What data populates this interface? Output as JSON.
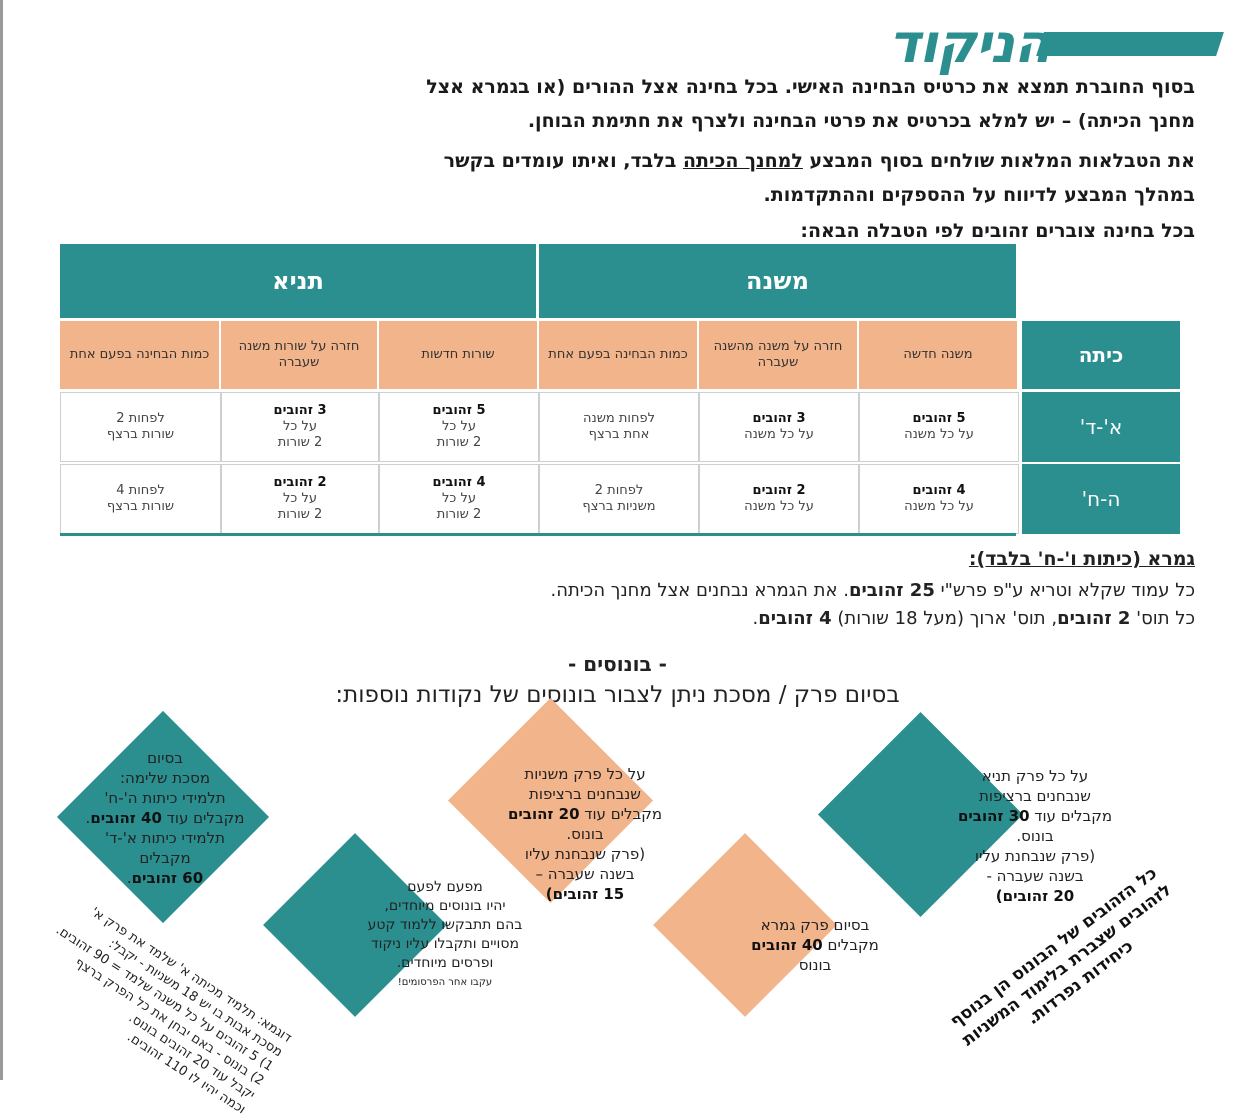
{
  "header": {
    "title": "הניקוד"
  },
  "paragraphs": {
    "p1a": "בסוף החוברת תמצא את כרטיס הבחינה האישי. בכל בחינה אצל ההורים (או בגמרא אצל",
    "p1b": "מחנך הכיתה) – יש למלא בכרטיס את פרטי הבחינה ולצרף את חתימת הבוחן.",
    "p2a_pre": "את הטבלאות המלאות שולחים בסוף המבצע ",
    "p2a_underline": "למחנך הכיתה",
    "p2a_post": " בלבד, ואיתו עומדים בקשר",
    "p2b": "במהלך המבצע לדיווח על ההספקים וההתקדמות.",
    "p3": "בכל בחינה צוברים זהובים לפי הטבלה הבאה:"
  },
  "table": {
    "group_mishna": "משנה",
    "group_tanya": "תניא",
    "kita_header": "כיתה",
    "columns": {
      "m_new": "משנה חדשה",
      "m_review": "חזרה על משנה מהשנה שעברה",
      "m_amount": "כמות הבחינה בפעם אחת",
      "t_new": "שורות חדשות",
      "t_review": "חזרה על שורות משנה שעברה",
      "t_amount": "כמות הבחינה בפעם אחת"
    },
    "rows": [
      {
        "kita": "א'-ד'",
        "m_new": [
          "5 זהובים",
          "על כל משנה"
        ],
        "m_review": [
          "3 זהובים",
          "על כל משנה"
        ],
        "m_amount": [
          "לפחות משנה",
          "אחת ברצף"
        ],
        "t_new": [
          "5 זהובים",
          "על כל",
          "2 שורות"
        ],
        "t_review": [
          "3 זהובים",
          "על כל",
          "2 שורות"
        ],
        "t_amount": [
          "לפחות 2",
          "שורות ברצף"
        ]
      },
      {
        "kita": "ה-ח'",
        "m_new": [
          "4 זהובים",
          "על כל משנה"
        ],
        "m_review": [
          "2 זהובים",
          "על כל משנה"
        ],
        "m_amount": [
          "לפחות 2",
          "משניות ברצף"
        ],
        "t_new": [
          "4 זהובים",
          "על כל",
          "2 שורות"
        ],
        "t_review": [
          "2 זהובים",
          "על כל",
          "2 שורות"
        ],
        "t_amount": [
          "לפחות 4",
          "שורות ברצף"
        ]
      }
    ]
  },
  "gemara": {
    "title": "גמרא (כיתות ו'-ח' בלבד):",
    "line1_a": "כל עמוד שקלא וטריא ע\"פ פרש\"י ",
    "line1_b": "25 זהובים",
    "line1_c": ". את הגמרא נבחנים אצל מחנך הכיתה.",
    "line2_a": "כל תוס' ",
    "line2_b": "2 זהובים",
    "line2_c": ", תוס' ארוך (מעל 18 שורות) ",
    "line2_d": "4 זהובים",
    "line2_e": "."
  },
  "bonus": {
    "title": "- בונוסים -",
    "subtitle": "בסיום פרק / מסכת ניתן לצבור בונוסים של נקודות נוספות:",
    "tanya_chapter": [
      "על כל פרק תניא",
      "שנבחנים ברציפות",
      "מקבלים עוד ",
      "30 זהובים",
      " בונוס.",
      "(פרק שנבחנת עליו",
      "בשנה שעברה -",
      "20 זהובים)"
    ],
    "mishna_chapter": [
      "על כל פרק משניות",
      "שנבחנים ברציפות",
      "מקבלים עוד ",
      "20 זהובים",
      " בונוס.",
      "(פרק שנבחנת עליו",
      "בשנה שעברה –",
      "15 זהובים)"
    ],
    "masechet": [
      "בסיום",
      "מסכת שלימה:",
      "תלמידי כיתות ה'-ח'",
      "מקבלים עוד ",
      "40 זהובים",
      ".",
      "תלמידי כיתות א'-ד'",
      "מקבלים",
      "60 זהובים",
      "."
    ],
    "gemara_chapter": [
      "בסיום פרק גמרא",
      "מקבלים ",
      "40 זהובים",
      "בונוס"
    ],
    "special": [
      "מפעם לפעם",
      "יהיו בונוסים מיוחדים,",
      "בהם תתבקשו ללמוד קטע",
      "מסויים ותקבלו עליו ניקוד",
      "ופרסים מיוחדים.",
      "עקבו אחר הפרסומים!"
    ],
    "example": [
      "דוגמא: תלמיד מכיתה א' שלמד את פרק א'",
      "מסכת אבות בו יש 18 משניות - יקבל:",
      "1) 5 זהובים על כל משנה שלמד = 90 זהובים.",
      "2) בונוס - באם יבחן את כל הפרק ברצף",
      "יקבל עוד 20 זהובים בונוס.",
      "וכמה יהיו לו 110 זהובים."
    ],
    "side_note": [
      "כל הזהובים של הבונוס הן בנוסף",
      "לזהובים שצברת בלימוד המשניות",
      "כיחידות נפרדות."
    ]
  },
  "colors": {
    "teal": "#2b8f90",
    "orange": "#f2b48b"
  }
}
